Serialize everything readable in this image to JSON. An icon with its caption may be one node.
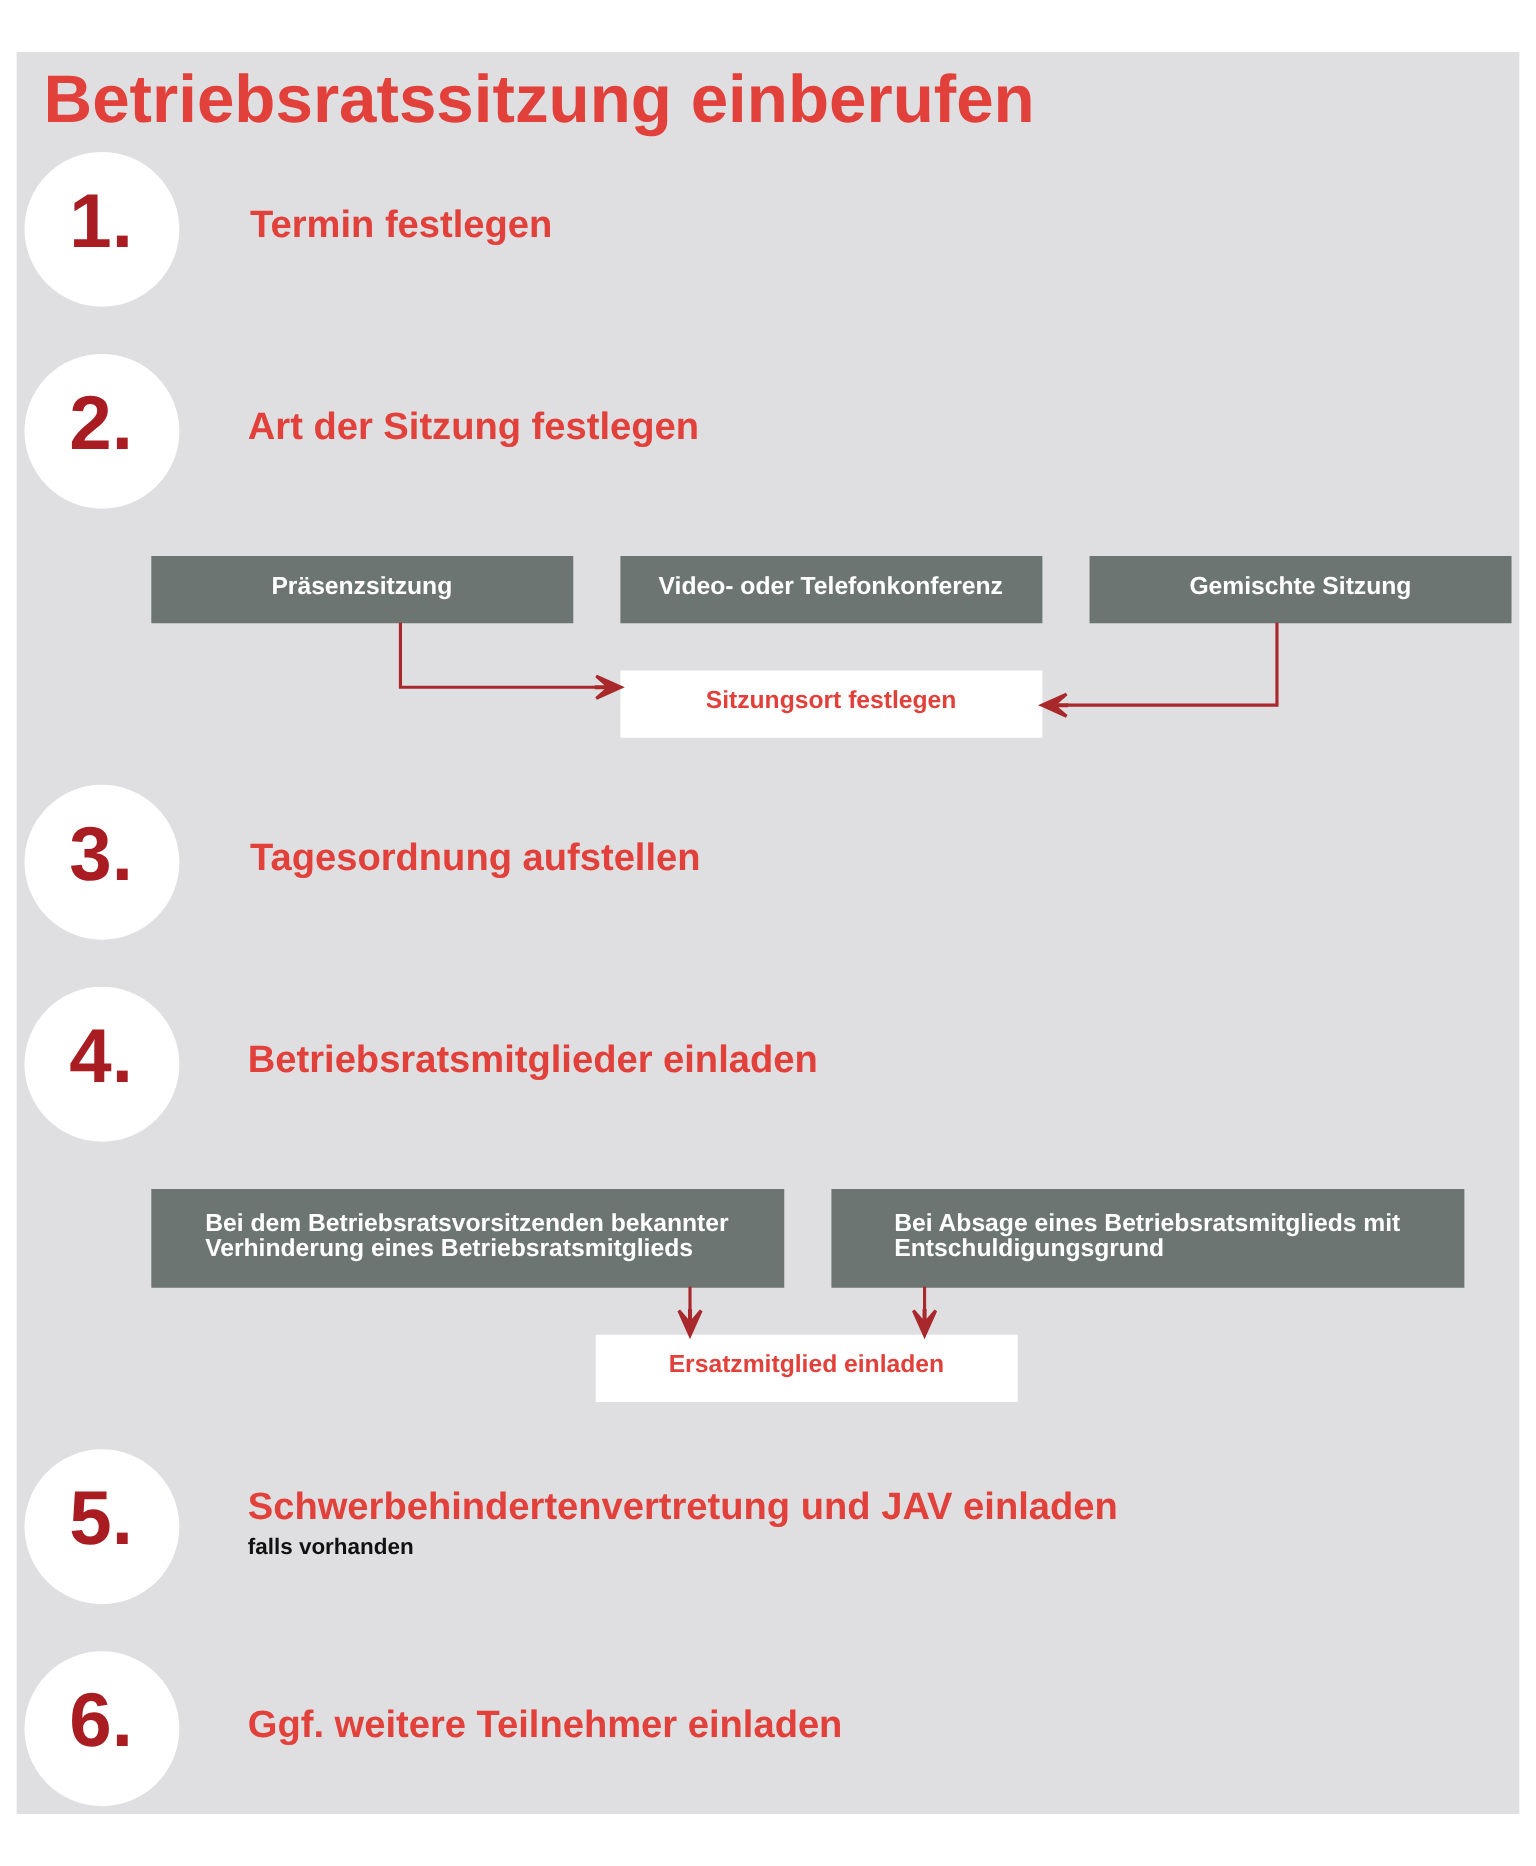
{
  "diagram": {
    "title": "Betriebsratssitzung einberufen",
    "nodes": [
      {
        "text": [
          "1."
        ],
        "beside": [
          "Termin festlegen"
        ]
      },
      {
        "text": [
          "2."
        ],
        "beside": [
          "Art der Sitzung festlegen"
        ]
      },
      {
        "text": [
          "Präsenzsitzung"
        ]
      },
      {
        "text": [
          "Video- oder Telefonkonferenz"
        ]
      },
      {
        "text": [
          "Gemischte Sitzung"
        ]
      },
      {
        "text": [
          "Sitzungsort festlegen"
        ]
      },
      {
        "text": [
          "3."
        ],
        "beside": [
          "Tagesordnung aufstellen"
        ]
      },
      {
        "text": [
          "4."
        ],
        "beside": [
          "Betriebsratsmitglieder einladen"
        ]
      },
      {
        "text": [
          "Bei dem Betriebsratsvorsitzenden bekannter Verhinderung eines Betriebsratsmitglieds"
        ]
      },
      {
        "text": [
          "Bei Absage eines Betriebsratsmitglieds mit Entschuldigungsgrund"
        ]
      },
      {
        "text": [
          "Ersatzmitglied einladen"
        ]
      },
      {
        "text": [
          "5."
        ],
        "beside": [
          "Schwerbehindertenvertretung und JAV einladen",
          "falls vorhanden"
        ]
      },
      {
        "text": [
          "6."
        ],
        "beside": [
          "Ggf. weitere Teilnehmer einladen"
        ]
      }
    ],
    "edges": [
      {
        "from": 2,
        "to": 5,
        "arrow": "to"
      },
      {
        "from": 4,
        "to": 5,
        "arrow": "to"
      },
      {
        "from": 8,
        "to": 10,
        "arrow": "to"
      },
      {
        "from": 9,
        "to": 10,
        "arrow": "to"
      }
    ]
  }
}
